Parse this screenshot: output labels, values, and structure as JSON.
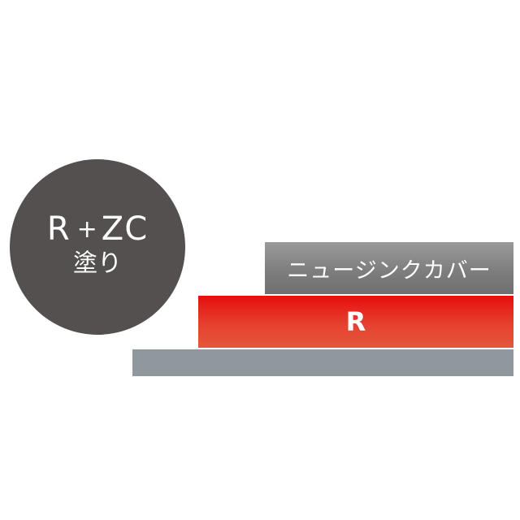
{
  "badge": {
    "main_left": "R",
    "main_plus": "+",
    "main_right": "ZC",
    "sub": "塗り"
  },
  "layers": {
    "top_label": "ニュージンクカバー",
    "middle_label": "R",
    "base_label": ""
  },
  "colors": {
    "badge_bg": "#555050",
    "top_layer": "#7e7e7e",
    "middle_layer": "#e5412f",
    "base_layer": "#8e989d"
  }
}
